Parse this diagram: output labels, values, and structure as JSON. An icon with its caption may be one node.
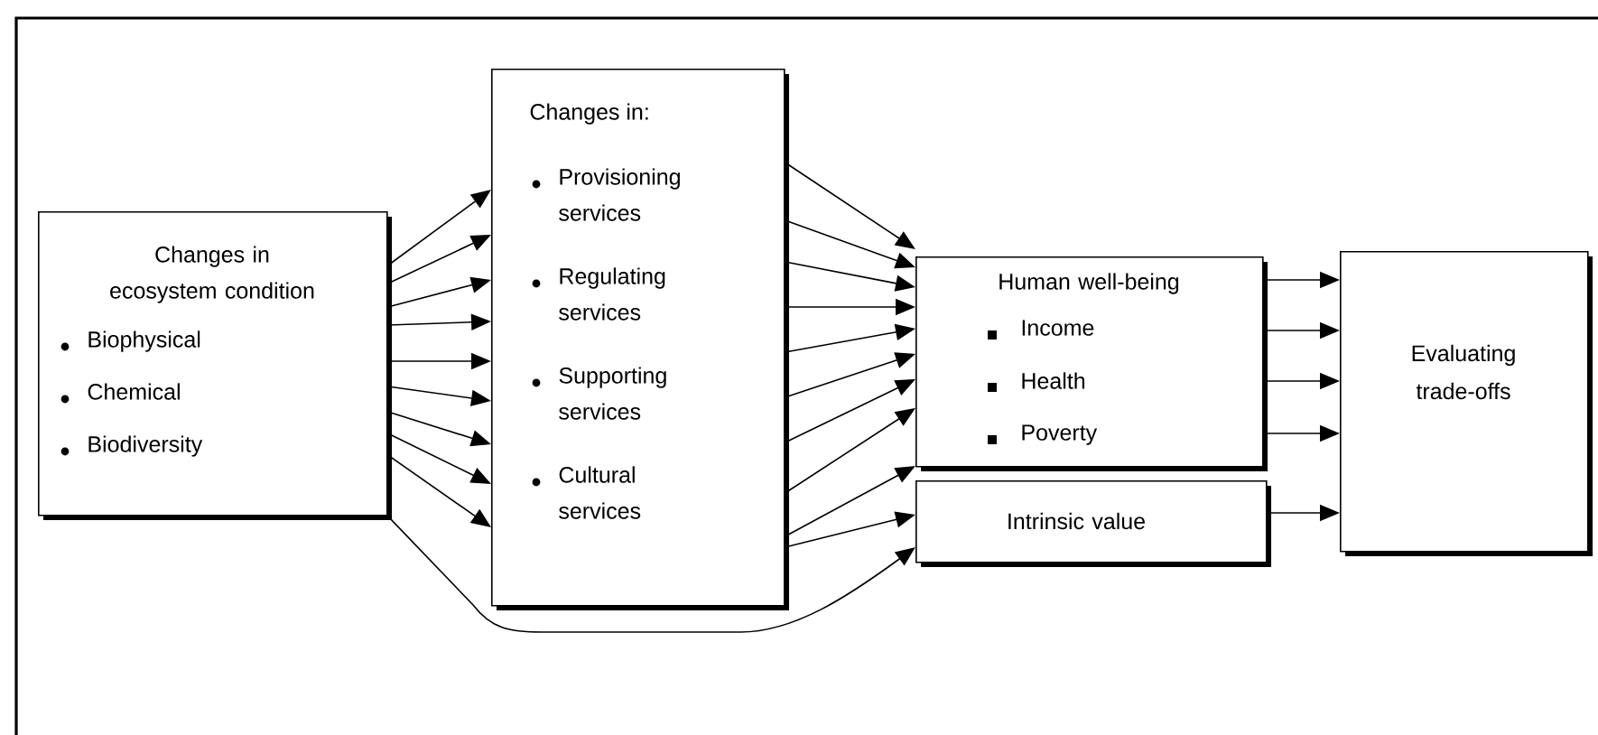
{
  "diagram": {
    "nodes": [
      {
        "text": [
          "Changes in ecosystem condition",
          "Biophysical",
          "Chemical",
          "Biodiversity"
        ]
      },
      {
        "text": [
          "Changes in:",
          "Provisioning services",
          "Regulating services",
          "Supporting services",
          "Cultural services"
        ]
      },
      {
        "text": [
          "Human well-being",
          "Income",
          "Health",
          "Poverty"
        ]
      },
      {
        "text": [
          "Intrinsic value"
        ]
      },
      {
        "text": [
          "Evaluating trade-offs"
        ]
      }
    ],
    "edges": [
      {
        "from": 0,
        "to": 1,
        "arrow": "to"
      },
      {
        "from": 0,
        "to": 1,
        "arrow": "to"
      },
      {
        "from": 0,
        "to": 1,
        "arrow": "to"
      },
      {
        "from": 0,
        "to": 1,
        "arrow": "to"
      },
      {
        "from": 0,
        "to": 1,
        "arrow": "to"
      },
      {
        "from": 0,
        "to": 1,
        "arrow": "to"
      },
      {
        "from": 0,
        "to": 1,
        "arrow": "to"
      },
      {
        "from": 0,
        "to": 1,
        "arrow": "to"
      },
      {
        "from": 0,
        "to": 1,
        "arrow": "to"
      },
      {
        "from": 1,
        "to": 2,
        "arrow": "to"
      },
      {
        "from": 1,
        "to": 2,
        "arrow": "to"
      },
      {
        "from": 1,
        "to": 2,
        "arrow": "to"
      },
      {
        "from": 1,
        "to": 2,
        "arrow": "to"
      },
      {
        "from": 1,
        "to": 2,
        "arrow": "to"
      },
      {
        "from": 1,
        "to": 2,
        "arrow": "to"
      },
      {
        "from": 1,
        "to": 2,
        "arrow": "to"
      },
      {
        "from": 1,
        "to": 2,
        "arrow": "to"
      },
      {
        "from": 1,
        "to": 2,
        "arrow": "to"
      },
      {
        "from": 1,
        "to": 3,
        "arrow": "to"
      },
      {
        "from": 0,
        "to": 3,
        "arrow": "to"
      },
      {
        "from": 2,
        "to": 4,
        "arrow": "to"
      },
      {
        "from": 2,
        "to": 4,
        "arrow": "to"
      },
      {
        "from": 2,
        "to": 4,
        "arrow": "to"
      },
      {
        "from": 2,
        "to": 4,
        "arrow": "to"
      },
      {
        "from": 3,
        "to": 4,
        "arrow": "to"
      }
    ]
  }
}
